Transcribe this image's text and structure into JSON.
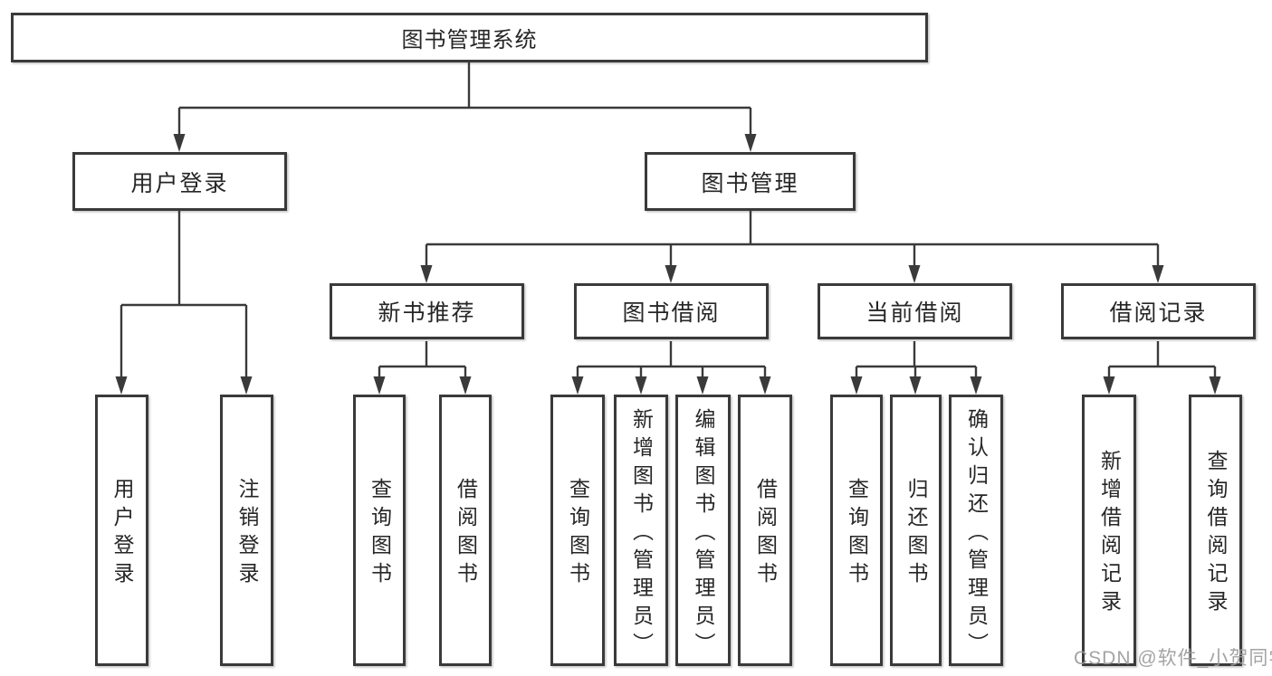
{
  "colors": {
    "background": "#ffffff",
    "box_bg": "#ffffff",
    "box_border": "#3a3a3a",
    "line": "#3a3a3a",
    "text": "#262626",
    "watermark": "#9c9c9c"
  },
  "watermark": "CSDN @软件_小贺同学",
  "tree": {
    "label": "图书管理系统",
    "children": [
      {
        "label": "用户登录",
        "children": [
          {
            "label": "用户登录"
          },
          {
            "label": "注销登录"
          }
        ]
      },
      {
        "label": "图书管理",
        "children": [
          {
            "label": "新书推荐",
            "children": [
              {
                "label": "查询图书"
              },
              {
                "label": "借阅图书"
              }
            ]
          },
          {
            "label": "图书借阅",
            "children": [
              {
                "label": "查询图书"
              },
              {
                "label": "新增图书（管理员）"
              },
              {
                "label": "编辑图书（管理员）"
              },
              {
                "label": "借阅图书"
              }
            ]
          },
          {
            "label": "当前借阅",
            "children": [
              {
                "label": "查询图书"
              },
              {
                "label": "归还图书"
              },
              {
                "label": "确认归还（管理员）"
              }
            ]
          },
          {
            "label": "借阅记录",
            "children": [
              {
                "label": "新增借阅记录"
              },
              {
                "label": "查询借阅记录"
              }
            ]
          }
        ]
      }
    ]
  }
}
